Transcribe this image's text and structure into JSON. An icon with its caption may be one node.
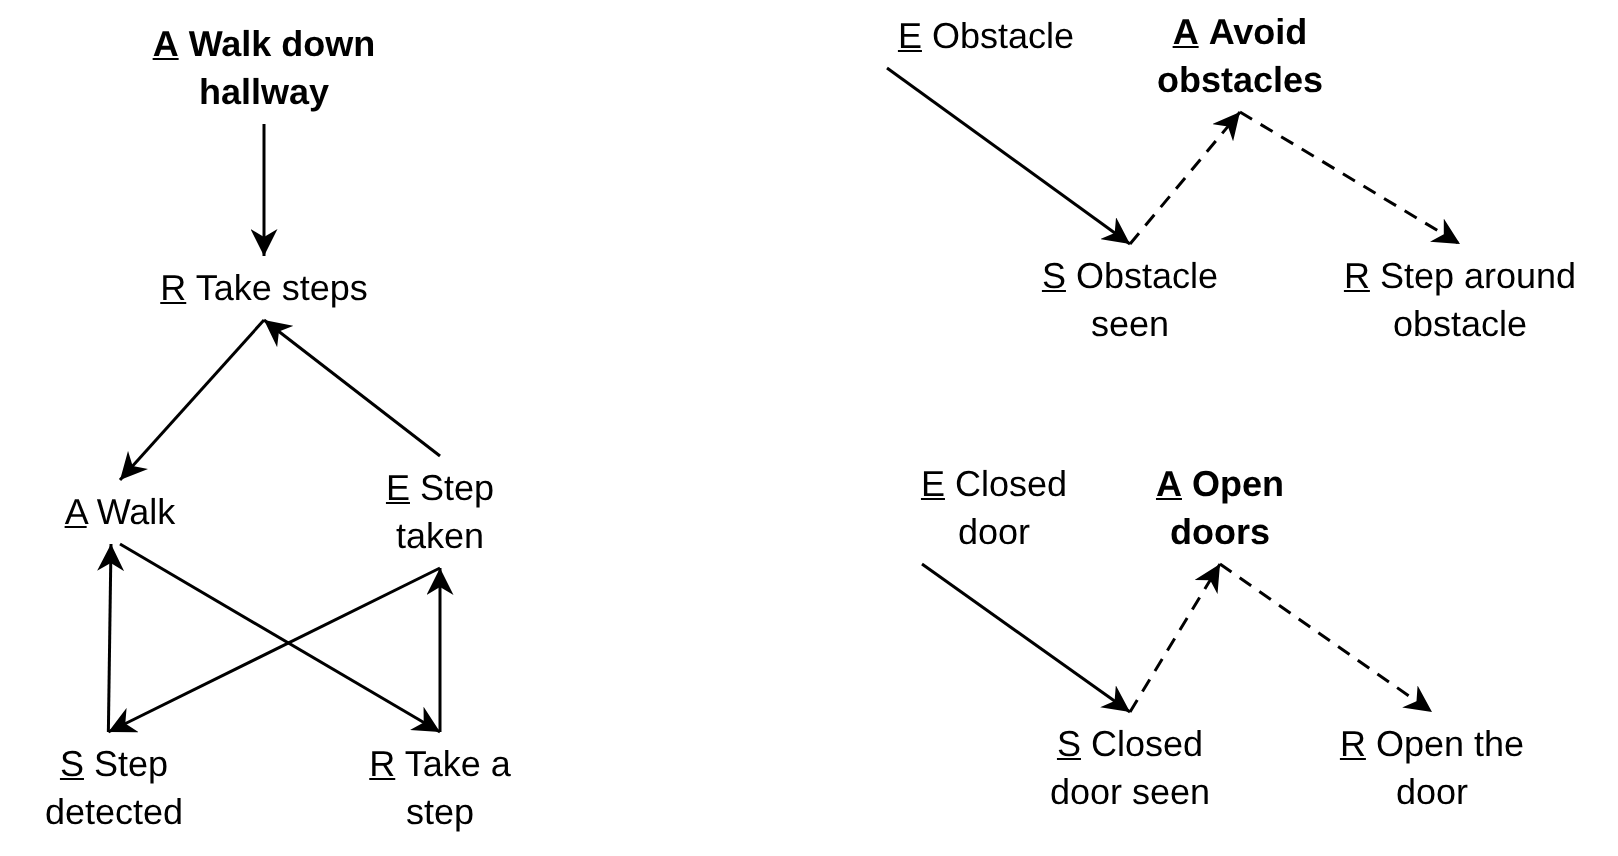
{
  "diagram": {
    "nodes": [
      {
        "text": [
          "**A**",
          "**Walk down hallway**"
        ]
      },
      {
        "text": [
          "R",
          "Take steps"
        ]
      },
      {
        "text": [
          "A",
          "Walk"
        ]
      },
      {
        "text": [
          "E",
          "Step taken"
        ]
      },
      {
        "text": [
          "S",
          "Step detected"
        ]
      },
      {
        "text": [
          "R",
          "Take a step"
        ]
      },
      {
        "text": [
          "E",
          "Obstacle"
        ]
      },
      {
        "text": [
          "**A**",
          "**Avoid obstacles**"
        ]
      },
      {
        "text": [
          "S",
          "Obstacle seen"
        ]
      },
      {
        "text": [
          "R",
          "Step around obstacle"
        ]
      },
      {
        "text": [
          "E",
          "Closed door"
        ]
      },
      {
        "text": [
          "**A**",
          "**Open doors**"
        ]
      },
      {
        "text": [
          "S",
          "Closed door seen"
        ]
      },
      {
        "text": [
          "R",
          "Open the door"
        ]
      }
    ],
    "edges": [
      {
        "from": 0,
        "to": 1,
        "arrow": "to"
      },
      {
        "from": 1,
        "to": 2,
        "arrow": "to"
      },
      {
        "from": 3,
        "to": 1,
        "arrow": "to"
      },
      {
        "from": 4,
        "to": 2,
        "arrow": "to"
      },
      {
        "from": 2,
        "to": 5,
        "arrow": "to"
      },
      {
        "from": 5,
        "to": 3,
        "arrow": "to"
      },
      {
        "from": 3,
        "to": 4,
        "arrow": "to"
      },
      {
        "from": 6,
        "to": 8,
        "arrow": "to"
      },
      {
        "from": 8,
        "to": 7,
        "arrow": "to",
        "style": "dashed"
      },
      {
        "from": 7,
        "to": 9,
        "arrow": "to",
        "style": "dashed"
      },
      {
        "from": 10,
        "to": 12,
        "arrow": "to"
      },
      {
        "from": 12,
        "to": 11,
        "arrow": "to",
        "style": "dashed"
      },
      {
        "from": 11,
        "to": 13,
        "arrow": "to",
        "style": "dashed"
      }
    ]
  }
}
